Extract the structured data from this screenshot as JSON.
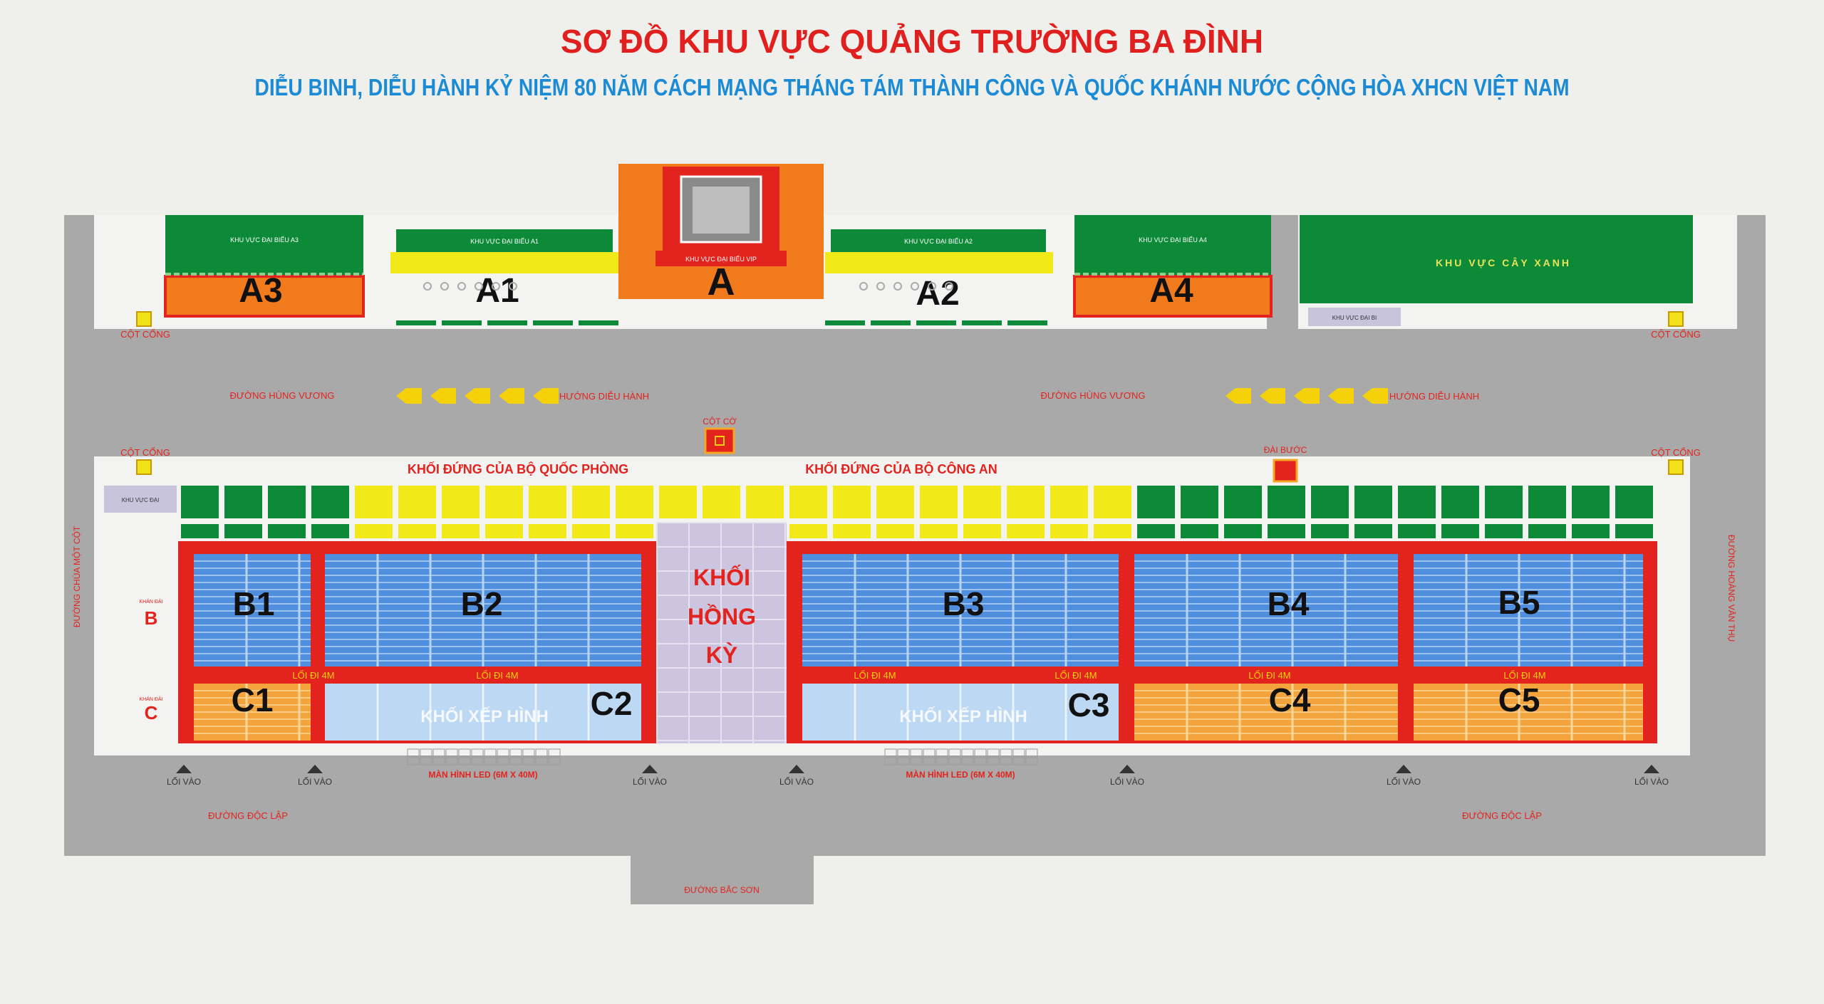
{
  "title": "SƠ ĐỒ KHU VỰC QUẢNG TRƯỜNG BA ĐÌNH",
  "subtitle": "DIỄU BINH, DIỄU HÀNH KỶ NIỆM 80 NĂM CÁCH MẠNG THÁNG TÁM THÀNH CÔNG VÀ QUỐC KHÁNH NƯỚC CỘNG HÒA XHCN VIỆT NAM",
  "colors": {
    "title": "#e0201e",
    "subtitle": "#1c8bd6",
    "road": "#a9a9a9",
    "zone_bg": "#f3f3f1",
    "green": "#0d8a37",
    "yellow": "#f2ea18",
    "orange": "#f07a1c",
    "red": "#e3231d",
    "blue_seats": "#4f8fde",
    "light_blue": "#bcd8f2",
    "orange_seats": "#f3a43c",
    "lavender": "#cbc5df",
    "arrow": "#f5d10a"
  },
  "top_zones": {
    "a": "A",
    "a_caption": "KHU VỰC ĐẠI BIỂU VIP",
    "a1": "A1",
    "a1_caption": "KHU VỰC ĐẠI BIỂU A1",
    "a2": "A2",
    "a2_caption": "KHU VỰC ĐẠI BIỂU A2",
    "a3": "A3",
    "a3_caption": "KHU VỰC ĐẠI BIỂU A3",
    "a4": "A4",
    "a4_caption": "KHU VỰC ĐẠI BIỂU A4",
    "green_area": "KHU VỰC CÂY XANH",
    "small_box": "KHU VỰC ĐẠI BI"
  },
  "labels": {
    "cot_cong": "CỘT CỔNG",
    "cot_co": "CỘT CỜ",
    "dai_buoc": "ĐÀI BƯỚC",
    "duong_hung_vuong": "ĐƯỜNG HÙNG VƯƠNG",
    "huong_dieu_hanh": "HƯỚNG DIỄU HÀNH",
    "khoi_dung_bqp": "KHỐI ĐỨNG CỦA BỘ QUỐC PHÒNG",
    "khoi_dung_bca": "KHỐI ĐỨNG CỦA BỘ CÔNG AN",
    "khoi_hong_ky_1": "KHỐI",
    "khoi_hong_ky_2": "HỒNG",
    "khoi_hong_ky_3": "KỲ",
    "khoi_xep_hinh": "KHỐI XẾP HÌNH",
    "loi_di": "LỐI ĐI 4M",
    "man_hinh_led": "MÀN HÌNH LED (6M X 40M)",
    "loi_vao": "LỐI VÀO",
    "duong_doc_lap": "ĐƯỜNG ĐỘC LẬP",
    "duong_bac_son": "ĐƯỜNG BẮC SƠN",
    "duong_chua_mot_cot": "ĐƯỜNG CHÙA MỘT CỘT",
    "duong_hoang_van_thu": "ĐƯỜNG HOÀNG VĂN THỤ",
    "row_b": "B",
    "row_c": "C",
    "row_b_tag": "KHÁN ĐÀI",
    "row_c_tag": "KHÁN ĐÀI",
    "small_left_box": "KHU VỰC ĐẠI"
  },
  "sections": {
    "b1": "B1",
    "b2": "B2",
    "b3": "B3",
    "b4": "B4",
    "b5": "B5",
    "c1": "C1",
    "c2": "C2",
    "c3": "C3",
    "c4": "C4",
    "c5": "C5"
  },
  "standing_blocks": {
    "row1": [
      "green",
      "green",
      "green",
      "green",
      "yellow",
      "yellow",
      "yellow",
      "yellow",
      "yellow",
      "yellow",
      "yellow",
      "yellow",
      "yellow",
      "yellow",
      "yellow",
      "yellow",
      "yellow",
      "yellow",
      "yellow",
      "yellow",
      "yellow",
      "yellow",
      "green",
      "green",
      "green",
      "green",
      "green",
      "green",
      "green",
      "green",
      "green",
      "green",
      "green",
      "green",
      "green"
    ]
  }
}
